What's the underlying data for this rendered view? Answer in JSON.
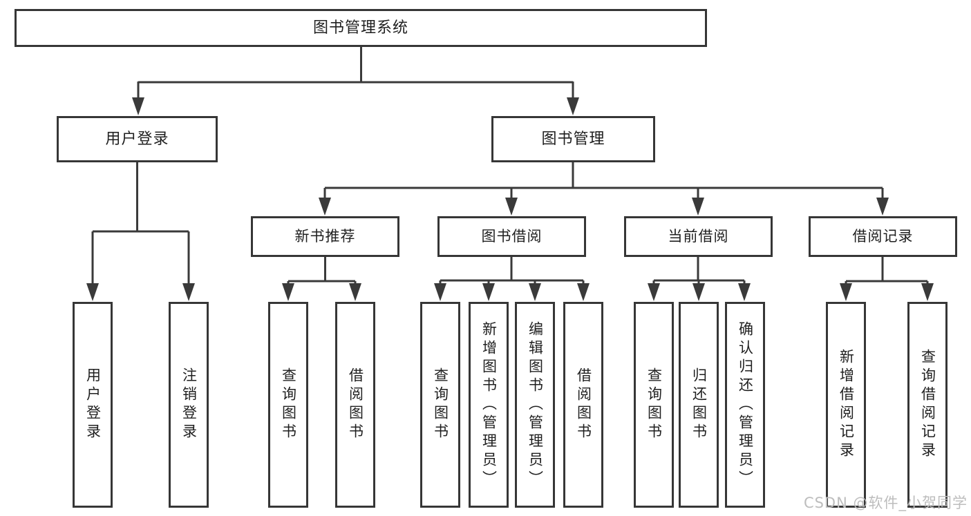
{
  "root": {
    "label": "图书管理系统"
  },
  "branches": [
    {
      "label": "用户登录"
    },
    {
      "label": "图书管理"
    }
  ],
  "modules": [
    {
      "label": "新书推荐"
    },
    {
      "label": "图书借阅"
    },
    {
      "label": "当前借阅"
    },
    {
      "label": "借阅记录"
    }
  ],
  "leaves": [
    {
      "label": "用户登录"
    },
    {
      "label": "注销登录"
    },
    {
      "label": "查询图书"
    },
    {
      "label": "借阅图书"
    },
    {
      "label": "查询图书"
    },
    {
      "label": "新增图书（管理员）"
    },
    {
      "label": "编辑图书（管理员）"
    },
    {
      "label": "借阅图书"
    },
    {
      "label": "查询图书"
    },
    {
      "label": "归还图书"
    },
    {
      "label": "确认归还（管理员）"
    },
    {
      "label": "新增借阅记录"
    },
    {
      "label": "查询借阅记录"
    }
  ],
  "watermark": {
    "text": "CSDN @软件_小贺同学"
  },
  "colors": {
    "line": "#3a3a3a",
    "watermark": "#bdbdbd"
  }
}
